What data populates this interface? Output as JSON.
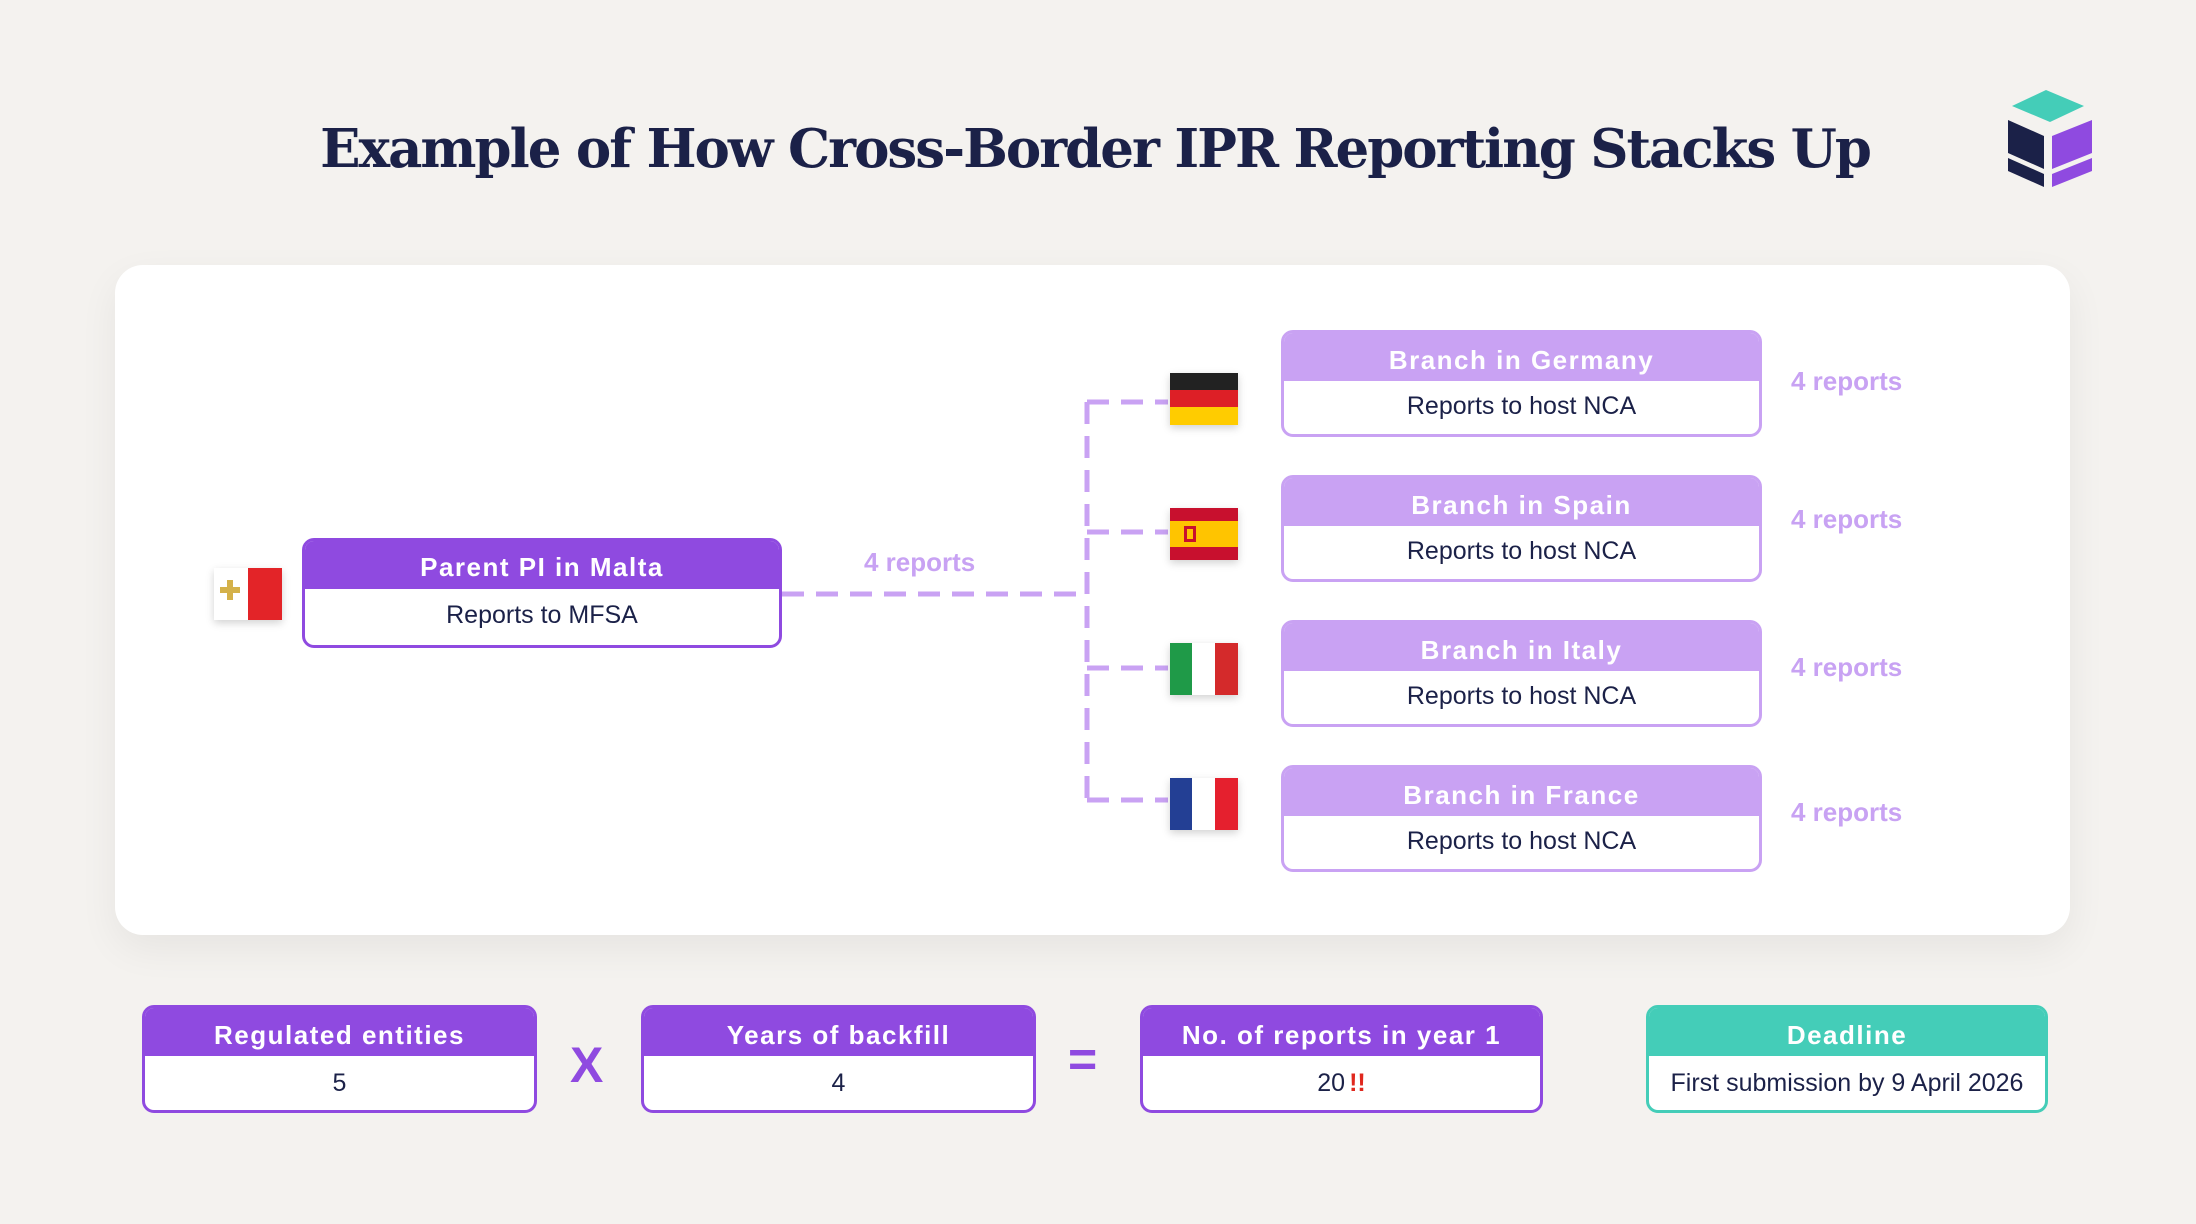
{
  "title": "Example of How Cross-Border IPR Reporting Stacks Up",
  "colors": {
    "primary_purple": "#8f4ae0",
    "light_purple": "#c9a2f3",
    "teal": "#44cdb8",
    "navy": "#1b2148",
    "alert_red": "#e0281e"
  },
  "parent": {
    "title": "Parent PI in Malta",
    "subtitle": "Reports to MFSA",
    "flag": "malta-flag-icon",
    "reports_label": "4 reports"
  },
  "branches": [
    {
      "title": "Branch in Germany",
      "subtitle": "Reports to host NCA",
      "reports": "4 reports",
      "flag": "germany-flag-icon"
    },
    {
      "title": "Branch in Spain",
      "subtitle": "Reports to host NCA",
      "reports": "4 reports",
      "flag": "spain-flag-icon"
    },
    {
      "title": "Branch in Italy",
      "subtitle": "Reports to host NCA",
      "reports": "4 reports",
      "flag": "italy-flag-icon"
    },
    {
      "title": "Branch in France",
      "subtitle": "Reports to host NCA",
      "reports": "4 reports",
      "flag": "france-flag-icon"
    }
  ],
  "calculation": {
    "entities": {
      "label": "Regulated entities",
      "value": "5"
    },
    "multiply": "X",
    "years": {
      "label": "Years of backfill",
      "value": "4"
    },
    "equals": "=",
    "result": {
      "label": "No. of reports in year 1",
      "value": "20",
      "alert": "!!"
    },
    "deadline": {
      "label": "Deadline",
      "value": "First submission by 9 April 2026"
    }
  }
}
